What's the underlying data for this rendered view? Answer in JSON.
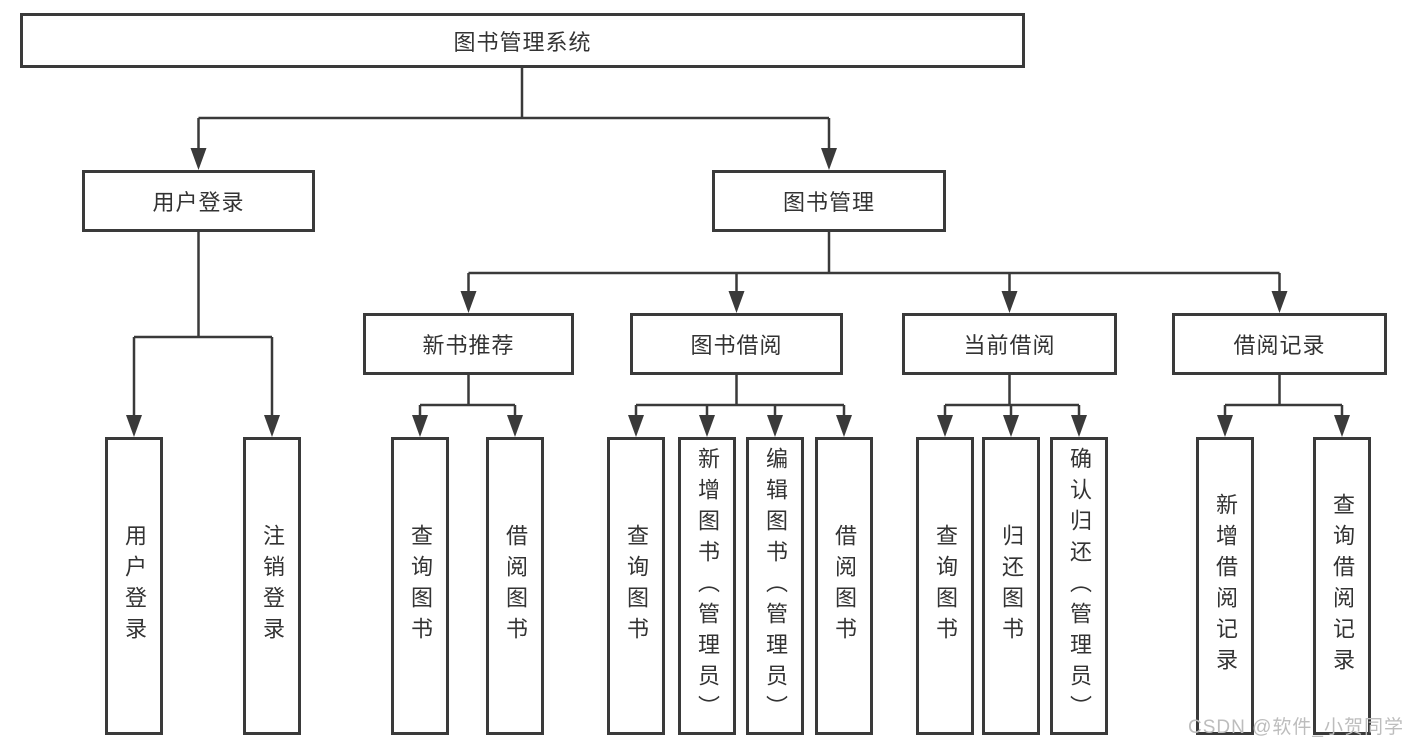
{
  "diagram": {
    "root": {
      "label": "图书管理系统"
    },
    "branches": [
      {
        "label": "用户登录",
        "children": [
          {
            "label": "用户登录"
          },
          {
            "label": "注销登录"
          }
        ]
      },
      {
        "label": "图书管理",
        "children": [
          {
            "label": "新书推荐",
            "children": [
              {
                "label": "查询图书"
              },
              {
                "label": "借阅图书"
              }
            ]
          },
          {
            "label": "图书借阅",
            "children": [
              {
                "label": "查询图书"
              },
              {
                "label": "新增图书（管理员）"
              },
              {
                "label": "编辑图书（管理员）"
              },
              {
                "label": "借阅图书"
              }
            ]
          },
          {
            "label": "当前借阅",
            "children": [
              {
                "label": "查询图书"
              },
              {
                "label": "归还图书"
              },
              {
                "label": "确认归还（管理员）"
              }
            ]
          },
          {
            "label": "借阅记录",
            "children": [
              {
                "label": "新增借阅记录"
              },
              {
                "label": "查询借阅记录"
              }
            ]
          }
        ]
      }
    ]
  },
  "watermark": {
    "text": "CSDN @软件_小贺同学"
  },
  "colors": {
    "line": "#3a3a3a",
    "box_border": "#3a3a3a",
    "text": "#333333",
    "watermark_text": "#bdbdbd",
    "background": "#ffffff"
  }
}
